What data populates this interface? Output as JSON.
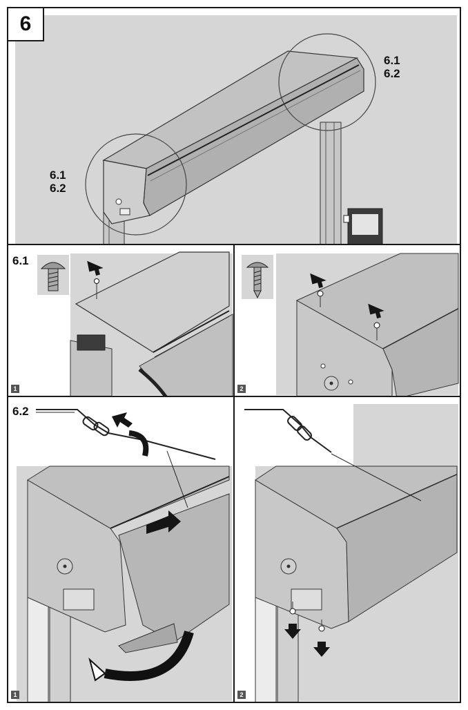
{
  "step": {
    "number": "6"
  },
  "callouts": {
    "top_right_a": "6.1",
    "top_right_b": "6.2",
    "left_a": "6.1",
    "left_b": "6.2"
  },
  "substeps": {
    "a_label": "6.1",
    "b_label": "6.2"
  },
  "badges": {
    "a1": "1",
    "a2": "2",
    "b1": "1",
    "b2": "2"
  },
  "colors": {
    "frame": "#1a1a1a",
    "panel_gray": "#d4d4d4",
    "housing_gray": "#bdbdbd",
    "dark_part": "#3c3c3c",
    "arrow": "#151515"
  },
  "icons": {
    "screw_6_1": "mushroom-head-screw-icon",
    "screw_6_2": "self-drilling-screw-icon"
  }
}
